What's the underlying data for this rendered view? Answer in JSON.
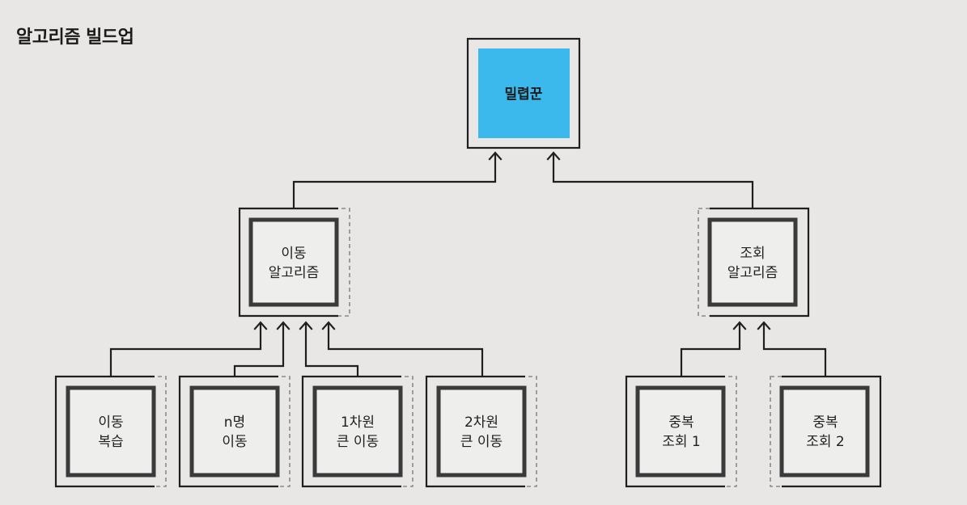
{
  "title": "알고리즘 빌드업",
  "nodes": {
    "root": {
      "label": "밀렵꾼"
    },
    "move_algo": {
      "line1": "이동",
      "line2": "알고리즘"
    },
    "query_algo": {
      "line1": "조회",
      "line2": "알고리즘"
    },
    "move_review": {
      "line1": "이동",
      "line2": "복습"
    },
    "n_move": {
      "line1": "n명",
      "line2": "이동"
    },
    "big_move_1d": {
      "line1": "1차원",
      "line2": "큰 이동"
    },
    "big_move_2d": {
      "line1": "2차원",
      "line2": "큰 이동"
    },
    "dup_query_1": {
      "line1": "중복",
      "line2": "조회 1"
    },
    "dup_query_2": {
      "line1": "중복",
      "line2": "조회 2"
    }
  },
  "colors": {
    "root_fill": "#3bb8ec",
    "line": "#1f1f1f",
    "background": "#e9e7e6"
  }
}
